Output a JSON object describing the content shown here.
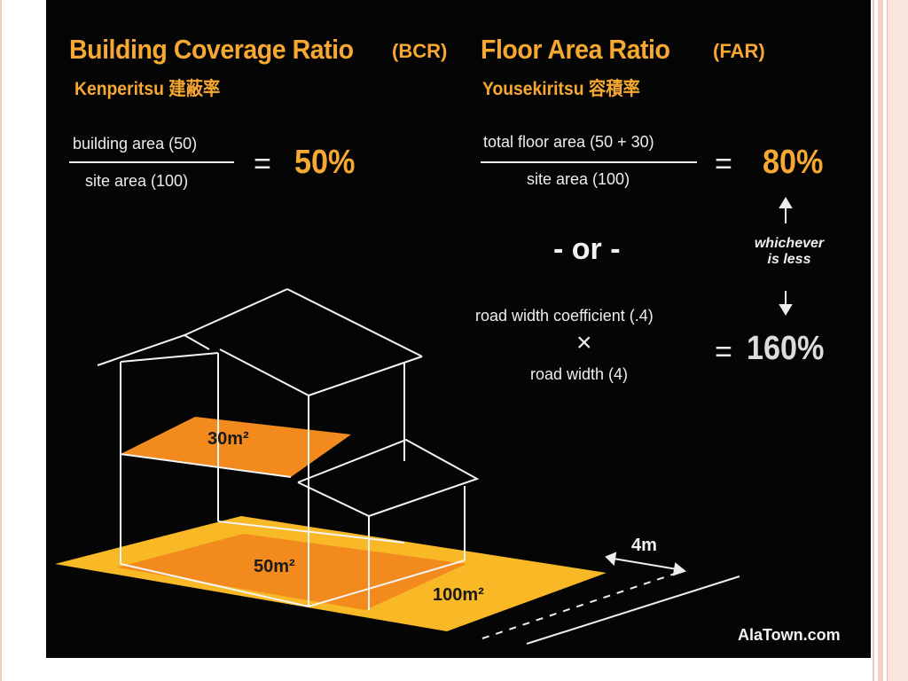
{
  "bcr": {
    "title": "Building Coverage Ratio",
    "abbr": "(BCR)",
    "japanese": "Kenperitsu 建蔽率",
    "numerator": "building area (50)",
    "denominator": "site area (100)",
    "equals": "=",
    "result": "50%"
  },
  "far": {
    "title": "Floor Area Ratio",
    "abbr": "(FAR)",
    "japanese": "Yousekiritsu 容積率",
    "numerator": "total floor area (50 + 30)",
    "denominator": "site area (100)",
    "equals": "=",
    "result": "80%",
    "or_text": "- or -",
    "coef": "road width coefficient (.4)",
    "times": "×",
    "road": "road width (4)",
    "equals2": "=",
    "result2": "160%",
    "note_line1": "whichever",
    "note_line2": "is less"
  },
  "diagram": {
    "upper_floor": "30m²",
    "ground_floor": "50m²",
    "site": "100m²",
    "road_width": "4m"
  },
  "logo": {
    "text": "AlaTown.com"
  },
  "colors": {
    "orange": "#f7a832",
    "building": "#f28a1e",
    "site": "#f9b825",
    "background": "#050505"
  }
}
